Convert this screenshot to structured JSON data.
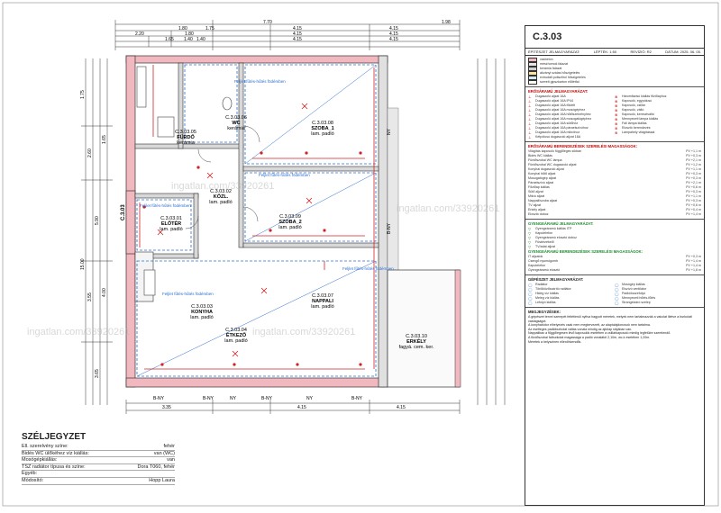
{
  "drawing": {
    "sheet_code": "C.3.03",
    "top_dims_row1": [
      "7.70",
      "1.98"
    ],
    "top_dims_row2": [
      "1.80",
      "1.75",
      "4.15",
      "4.15"
    ],
    "top_dims_row3": [
      "2.20",
      "1.80",
      "4.15",
      "4.15"
    ],
    "top_dims_row4": [
      "1.65",
      "1.40",
      "1.40",
      "4.15",
      "4.15"
    ],
    "bottom_dims": [
      "3.35",
      "4.15",
      "4.15"
    ],
    "left_dims": [
      "1.75",
      "2.60",
      "5.90",
      "1.65",
      "3.55",
      "3.65",
      "4.00",
      "15.00"
    ],
    "wall_openings": [
      "B-NY",
      "B-NY",
      "NY",
      "NY",
      "B-NY",
      "B-NY",
      "NY",
      "B-NY"
    ],
    "ceiling_notes": [
      "Feljlet fűtés-hűtés födémben",
      "Feljlet fűtés-hűtés födémben",
      "Feljlet fűtés-hűtés födémben",
      "Feljlet fűtés-hűtés födémben",
      "Feljlet fűtés-hűtés födémben"
    ],
    "rooms": [
      {
        "code": "C.3.03.05",
        "name": "FÜRDŐ",
        "floor": "kerámia"
      },
      {
        "code": "C.3.03.06",
        "name": "WC",
        "floor": "kerámia"
      },
      {
        "code": "C.3.03.08",
        "name": "SZOBA_1",
        "floor": "lam. padló"
      },
      {
        "code": "C.3.03.02",
        "name": "KÖZL.",
        "floor": "lam. padló"
      },
      {
        "code": "C.3.03.01",
        "name": "ELŐTÉR",
        "floor": "lam. padló"
      },
      {
        "code": "C.3.03.09",
        "name": "SZOBA_2",
        "floor": "lam. padló"
      },
      {
        "code": "C.3.03.07",
        "name": "NAPPALI",
        "floor": "lam. padló"
      },
      {
        "code": "C.3.03.03",
        "name": "KONYHA",
        "floor": "lam. padló"
      },
      {
        "code": "C.3.03.04",
        "name": "ÉTKEZŐ",
        "floor": "lam. padló"
      },
      {
        "code": "C.3.03.10",
        "name": "ERKÉLY",
        "floor": "fagyá. cem. ker."
      }
    ],
    "side_marker": "C.3.03",
    "watermark": "ingatlan.com/33920261"
  },
  "notes_panel": {
    "title": "SZÉLJEGYZET",
    "rows": [
      {
        "label": "Ell. szerelvény színe:",
        "value": "fehér"
      },
      {
        "label": "Bidés WC ülőkéhez víz kiállás:",
        "value": "van (WC)"
      },
      {
        "label": "Mosógépkiállás:",
        "value": "van"
      },
      {
        "label": "TSZ radiátor típusa és színe:",
        "value": "Dora T060, fehér"
      },
      {
        "label": "Egyéb:",
        "value": ""
      },
      {
        "label": "Módosító:",
        "value": "Hopp Laura"
      }
    ]
  },
  "legend": {
    "title": "C.3.03",
    "meta": [
      "ÉPÍTÉSZET JELMAGYARÁZAT:",
      "LÉPTÉK: 1:50",
      "REVÍZIÓ: R2",
      "DÁTUM: 2025. 06. 05."
    ],
    "materials": [
      {
        "label": "vasbeton",
        "color": "#f2b8c0"
      },
      {
        "label": "mészhomok falazat",
        "color": "#e6e6e6"
      },
      {
        "label": "kerámia falazat",
        "color": "#d0d0d0"
      },
      {
        "label": "ákványi szálas hőszigetelés",
        "color": "#fbe4a0"
      },
      {
        "label": "extrudált polisztirol hőszigetelés",
        "color": "#cfe8f2"
      },
      {
        "label": "szerelt gipszkarton előtétfal",
        "color": "#ffffff"
      }
    ],
    "electrical_head": "ERŐSÁRAMÚ JELMAGYARÁZAT:",
    "electrical_items": [
      "Dugaszoló aljzat 16A",
      "Dugaszoló aljzat 16A IP44",
      "Dugaszoló aljzat 16A földelt",
      "Dugaszoló aljzat 16A mosógéphez",
      "Dugaszoló aljzat 16A hűtőszekrényhez",
      "Dugaszoló aljzat 16A mosogatógéphez",
      "Dugaszoló aljzat 16A sütőhöz",
      "Dugaszoló aljzat 16A páraelszívóhoz",
      "Dugaszoló aljzat 16A mikróhoz",
      "Kétpólusú dugaszoló aljzat 16A",
      "Háromfázisú kiállás főzőlaphoz",
      "Kapcsoló, egypólusú",
      "Kapcsoló, csillár",
      "Kapcsoló, váltó",
      "Kapcsoló, keresztváltó",
      "Mennyezeti lámpa kiállás",
      "Fali lámpa kiállás",
      "Elosztó berendezés",
      "Lámpahely világítással"
    ],
    "outlet_head": "ERŐSÁRAMÚ BERENDEZÉSEK SZERELÉSI MAGASSÁGOK:",
    "outlet_heights": [
      {
        "label": "Világítás kapcsoló függőleges síkban",
        "value": "PV +1,1 m"
      },
      {
        "label": "Bidés WC kiállás",
        "value": "PV +0,3 m"
      },
      {
        "label": "Fürdőszobai WC lámpa",
        "value": "PV +2,1 m"
      },
      {
        "label": "Fürdőszobai WC dugaszoló aljzat",
        "value": "PV +1,2 m"
      },
      {
        "label": "Konyhai dugaszoló aljzat",
        "value": "PV +1,1 m"
      },
      {
        "label": "Konyhai hűtő aljzat",
        "value": "PV +0,3 m"
      },
      {
        "label": "Mosogatógép aljzat",
        "value": "PV +0,3 m"
      },
      {
        "label": "Páraelszívó aljzat",
        "value": "PV +2,1 m"
      },
      {
        "label": "Főzőlap kiállás",
        "value": "PV +0,6 m"
      },
      {
        "label": "Sütő aljzat",
        "value": "PV +0,3 m"
      },
      {
        "label": "Mikró aljzat",
        "value": "PV +1,1 m"
      },
      {
        "label": "Nappali/szoba aljzat",
        "value": "PV +0,3 m"
      },
      {
        "label": "TV aljzat",
        "value": "PV +0,6 m"
      },
      {
        "label": "Erkély aljzat",
        "value": "PV +0,4 m"
      },
      {
        "label": "Elosztó doboz",
        "value": "PV +1,4 m"
      }
    ],
    "weak_head": "GYENGEÁRAMÚ JELMAGYARÁZAT:",
    "weak_items": [
      "Gyengeáramú kiállás ITP",
      "Kaputelefon",
      "Gyengeáramú elosztó doboz",
      "Füstérzékelő",
      "TV/adat aljzat"
    ],
    "weak_heights_head": "GYENGEÁRAMÚ BERENDEZÉSEK SZERELÉSI MAGASSÁGOK:",
    "weak_heights": [
      {
        "label": "IT aljzatok",
        "value": "PV +0,3 m"
      },
      {
        "label": "Csengő nyomógomb",
        "value": "PV +1,4 m"
      },
      {
        "label": "Kaputelefon",
        "value": "PV +1,4 m"
      },
      {
        "label": "Gyengeáramú elosztó",
        "value": "PV +1,8 m"
      }
    ],
    "mech_head": "GÉPÉSZET JELMAGYARÁZAT:",
    "mech_items": [
      "Radiátor",
      "Törölközőszárító radiátor",
      "Hideg víz kiállás",
      "Meleg víz kiállás",
      "Lefolyó kiállás",
      "Mosógép kiállás",
      "Elszívó ventilátor",
      "Padlóösszefolyó",
      "Mennyezeti hűtés-fűtés",
      "Strangelzáró szelep"
    ],
    "notes_head": "MEGJEGYZÉSEK:",
    "notes": [
      "A gépészet tervei szerepét feltétlenül nyitva hagyott méretek, melyek nem tartalmazzák a vakolat illetve a burkolati vastagságot.",
      "A konyhabútor elhelyezés csak nem megtervezett, az alaptulajdonosok nem tartalma.",
      "Az esetleges padlóburkolat váltás vonala mindig az ajtólap síkjában van.",
      "Nappaliban a fűggőlegesen lévő kapcsolók esetében a csillárkapcsoló mindig legfelülre szerelendő.",
      "A fürdőszobai falburkolat magassága a padló vonalától 2,10m, wc-k esetében 1,20m.",
      "Méretek a helyszínen ellenőrizendők."
    ]
  }
}
